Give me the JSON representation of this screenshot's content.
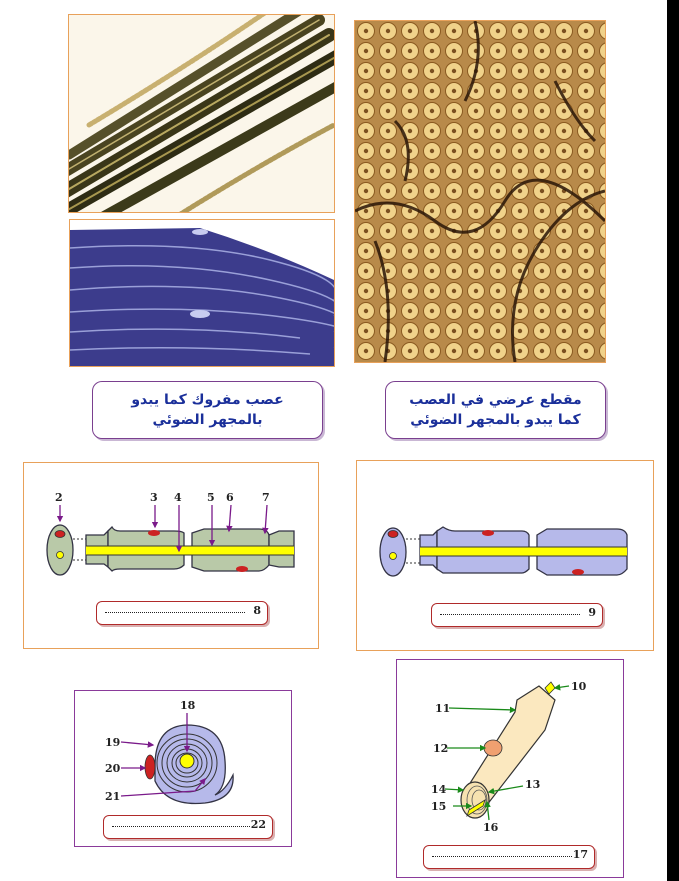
{
  "captions": {
    "teased_nerve": "عصب مفروك كما يبدو بالمجهر الضوئي",
    "cross_section": "مقطع عرضي في العصب كما يبدو بالمجهر الضوئي"
  },
  "labels": {
    "n2": "2",
    "n3": "3",
    "n4": "4",
    "n5": "5",
    "n6": "6",
    "n7": "7",
    "n8": "8",
    "n9": "9",
    "n10": "10",
    "n11": "11",
    "n12": "12",
    "n13": "13",
    "n14": "14",
    "n15": "15",
    "n16": "16",
    "n17": "17",
    "n18": "18",
    "n19": "19",
    "n20": "20",
    "n21": "21",
    "n22": "22"
  },
  "colors": {
    "photo_border": "#e8a15a",
    "panel_border_purple": "#8a3a9a",
    "caption_text": "#1a2f9a",
    "arrow_purple": "#7a1a8a",
    "arrow_green": "#1a8a1a",
    "myelin_green": "#b9c9a8",
    "myelin_blue": "#b6b9ea",
    "axon_yellow": "#ffff00",
    "nucleus_red": "#cc2222"
  }
}
